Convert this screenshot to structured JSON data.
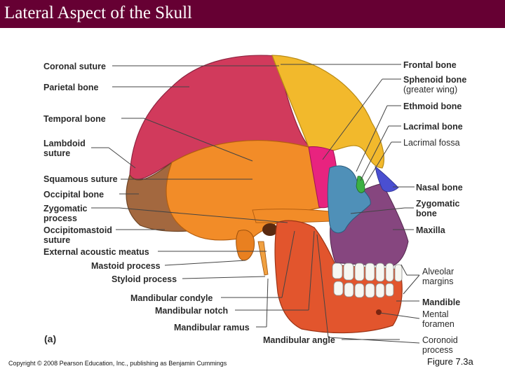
{
  "title": "Lateral Aspect of the Skull",
  "labels_left": {
    "coronal_suture": "Coronal suture",
    "parietal_bone": "Parietal bone",
    "temporal_bone": "Temporal bone",
    "lambdoid_suture": "Lambdoid\nsuture",
    "squamous_suture": "Squamous suture",
    "occipital_bone": "Occipital bone",
    "zygomatic_process": "Zygomatic\nprocess",
    "occipitomastoid_suture": "Occipitomastoid\nsuture",
    "external_acoustic_meatus": "External acoustic meatus",
    "mastoid_process": "Mastoid process",
    "styloid_process": "Styloid process",
    "mandibular_condyle": "Mandibular condyle",
    "mandibular_notch": "Mandibular notch",
    "mandibular_ramus": "Mandibular ramus",
    "panel_letter": "(a)",
    "mandibular_angle": "Mandibular angle"
  },
  "labels_right": {
    "frontal_bone": "Frontal bone",
    "sphenoid_bone": "Sphenoid bone",
    "sphenoid_sub": "(greater wing)",
    "ethmoid_bone": "Ethmoid bone",
    "lacrimal_bone": "Lacrimal bone",
    "lacrimal_fossa": "Lacrimal fossa",
    "nasal_bone": "Nasal bone",
    "zygomatic_bone": "Zygomatic\nbone",
    "maxilla": "Maxilla",
    "alveolar_margins": "Alveolar\nmargins",
    "mandible": "Mandible",
    "mental_foramen": "Mental\nforamen",
    "coronoid_process": "Coronoid\nprocess"
  },
  "colors": {
    "title_bar": "#660033",
    "frontal": "#f2b92c",
    "parietal": "#d13a5c",
    "temporal": "#f28c28",
    "occipital": "#a3683f",
    "sphenoid": "#e8237f",
    "zygomatic": "#4f90b8",
    "maxilla": "#86467f",
    "mandible": "#e2552d",
    "nasal": "#4a4fd1",
    "lacrimal": "#3cb043"
  },
  "footer": {
    "copyright": "Copyright © 2008 Pearson Education, Inc., publishing as Benjamin Cummings",
    "figure": "Figure 7.3a"
  }
}
